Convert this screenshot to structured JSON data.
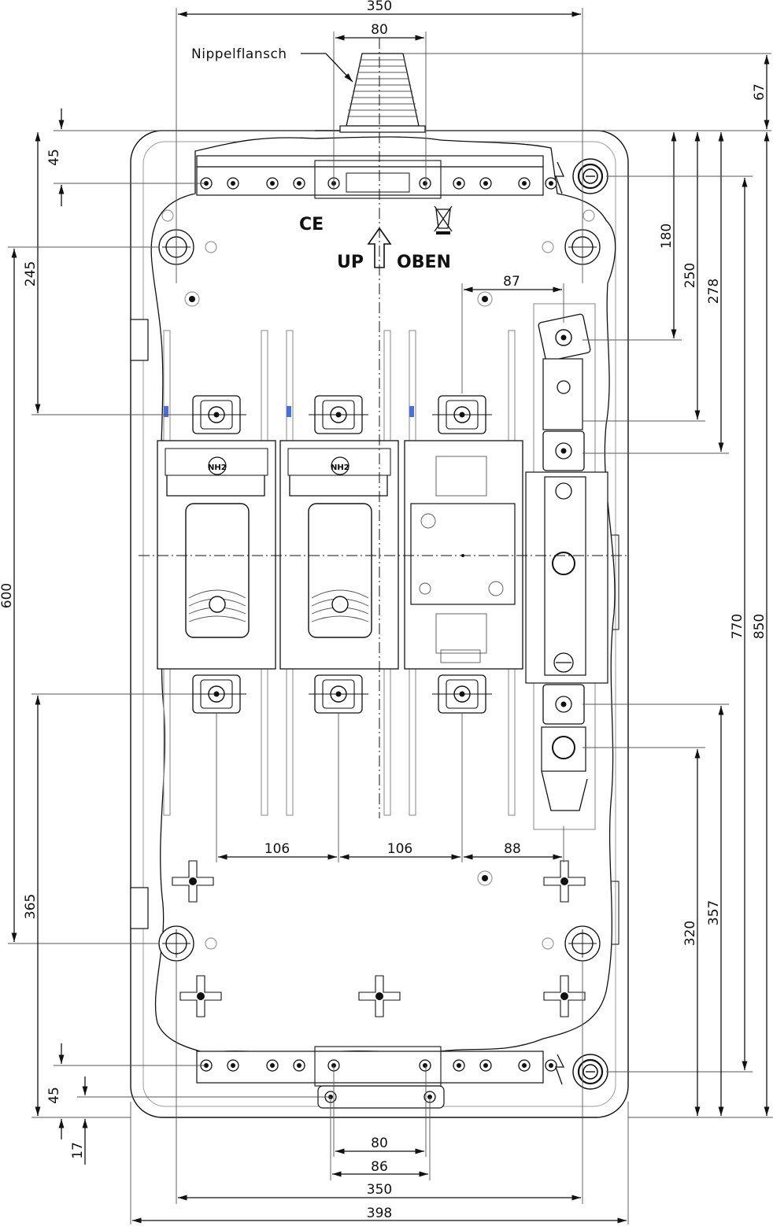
{
  "labels": {
    "flange": "Nippelflansch",
    "up": "UP",
    "oben": "OBEN",
    "ce": "CE",
    "fuse": "NH2"
  },
  "dims": {
    "top_width": "350",
    "top_flange": "80",
    "flange_height": "67",
    "rail_offset_top": "45",
    "to_mount_hole": "245",
    "hole_span_v": "600",
    "lower_to_hole": "365",
    "rail_offset_bottom": "45",
    "bottom_edge": "17",
    "d180": "180",
    "d250": "250",
    "d278": "278",
    "d770": "770",
    "d850": "850",
    "d357": "357",
    "d320": "320",
    "d87": "87",
    "pitch1": "106",
    "pitch2": "106",
    "pitch3": "88",
    "bottom_flange_80": "80",
    "bottom_flange_86": "86",
    "bottom_width_350": "350",
    "overall_width": "398"
  },
  "colors": {
    "ink": "#111111",
    "grey": "#9a9a9a",
    "accent": "#4a6fd8"
  }
}
